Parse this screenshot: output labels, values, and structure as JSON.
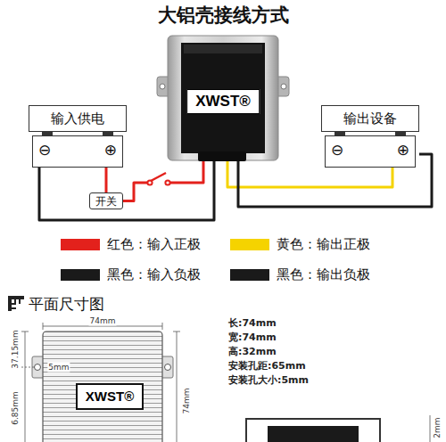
{
  "diagram": {
    "title": "大铝壳接线方式",
    "nodes": [
      {
        "text": [
          "XWST®"
        ]
      },
      {
        "text": [
          "输入供电",
          "⊖",
          "⊕"
        ]
      },
      {
        "text": [
          "输出设备",
          "⊖",
          "⊕"
        ]
      },
      {
        "text": [
          "开关"
        ]
      },
      {
        "text": [
          "XWST®"
        ]
      }
    ],
    "edges": [
      {
        "from": 1,
        "to": 3,
        "arrow": "none"
      },
      {
        "from": 3,
        "to": 0,
        "arrow": "none"
      },
      {
        "from": 1,
        "to": 0,
        "arrow": "none"
      },
      {
        "from": 0,
        "to": 2,
        "arrow": "none"
      },
      {
        "from": 0,
        "to": 2,
        "arrow": "none"
      }
    ],
    "labels": [
      "平面尺寸图",
      "74mm",
      "37.15mm",
      "5mm",
      "6.85mm",
      "74mm",
      "长:74mm",
      "宽:74mm",
      "高:32mm",
      "安装孔距:65mm",
      "安装孔大小:5mm",
      "2mm"
    ],
    "legend": [
      {
        "text": "红色：输入正极",
        "color": "#e3211c"
      },
      {
        "text": "黄色：输出正极",
        "color": "#f5d300"
      },
      {
        "text": "黑色：输入负极",
        "color": "#1a1a1a"
      },
      {
        "text": "黑色：输出负极",
        "color": "#1a1a1a"
      }
    ]
  }
}
